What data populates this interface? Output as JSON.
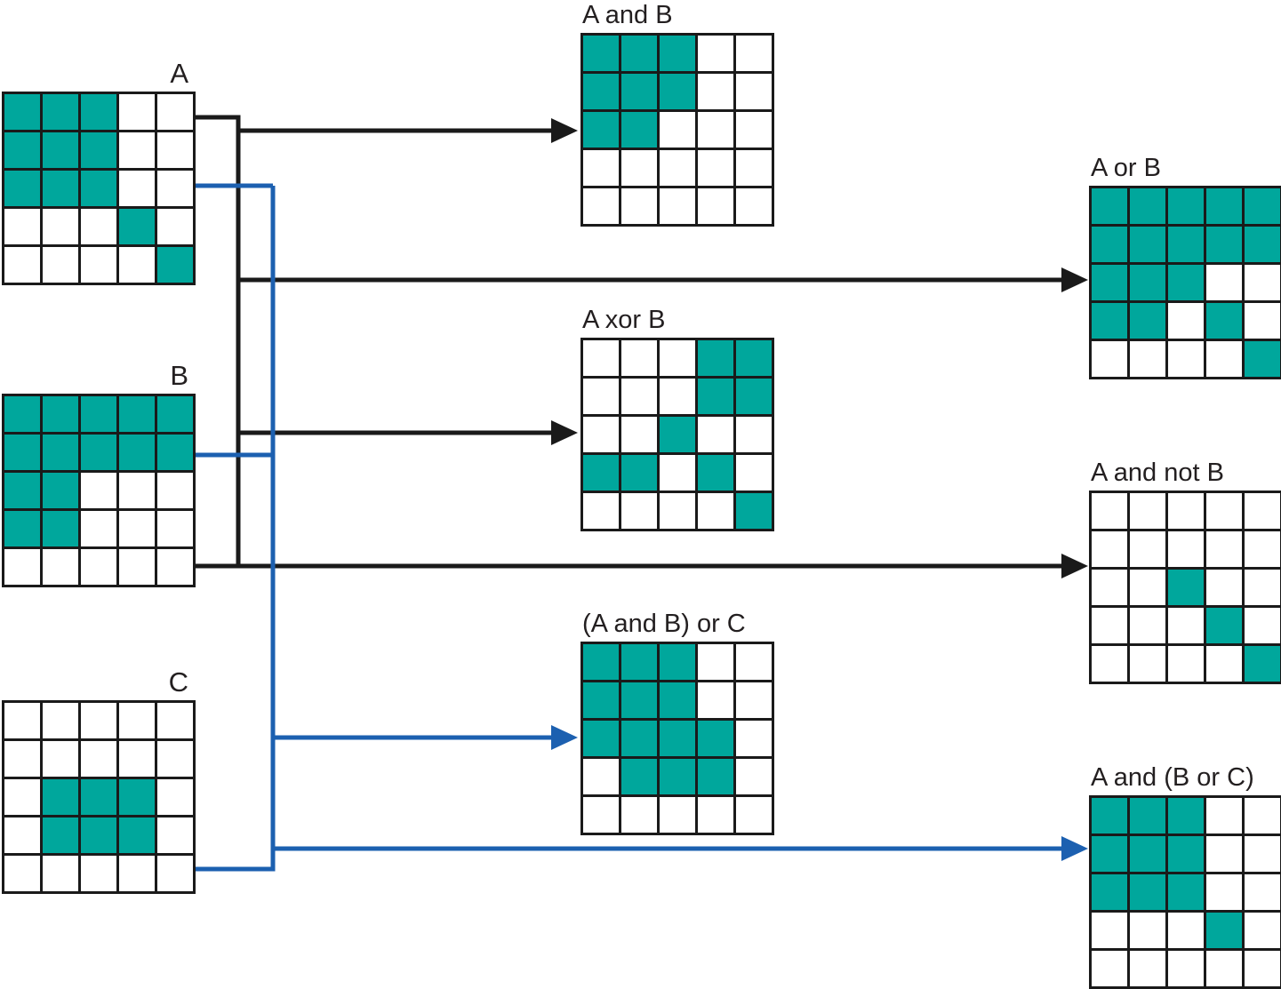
{
  "figure": {
    "description": "Boolean overlay operations on raster grids",
    "input_labels": [
      "A",
      "B",
      "C"
    ],
    "output_labels": [
      "A and B",
      "A or B",
      "A xor B",
      "A and not B",
      "(A and B) or C",
      "A and (B or C)"
    ]
  },
  "colors": {
    "cell_filled": "#00a79c",
    "cell_empty": "#ffffff",
    "grid_line": "#1a1a1a",
    "connector_black": "#1a1a1a",
    "connector_blue": "#1c60b0",
    "label_text": "#231f20"
  },
  "grids": [
    {
      "key": "input-a",
      "label": "A",
      "role": "input",
      "cells": [
        [
          1,
          1,
          1,
          0,
          0
        ],
        [
          1,
          1,
          1,
          0,
          0
        ],
        [
          1,
          1,
          1,
          0,
          0
        ],
        [
          0,
          0,
          0,
          1,
          0
        ],
        [
          0,
          0,
          0,
          0,
          1
        ]
      ]
    },
    {
      "key": "input-b",
      "label": "B",
      "role": "input",
      "cells": [
        [
          1,
          1,
          1,
          1,
          1
        ],
        [
          1,
          1,
          1,
          1,
          1
        ],
        [
          1,
          1,
          0,
          0,
          0
        ],
        [
          1,
          1,
          0,
          0,
          0
        ],
        [
          0,
          0,
          0,
          0,
          0
        ]
      ]
    },
    {
      "key": "input-c",
      "label": "C",
      "role": "input",
      "cells": [
        [
          0,
          0,
          0,
          0,
          0
        ],
        [
          0,
          0,
          0,
          0,
          0
        ],
        [
          0,
          1,
          1,
          1,
          0
        ],
        [
          0,
          1,
          1,
          1,
          0
        ],
        [
          0,
          0,
          0,
          0,
          0
        ]
      ]
    },
    {
      "key": "output-a-and-b",
      "label": "A and B",
      "role": "output",
      "cells": [
        [
          1,
          1,
          1,
          0,
          0
        ],
        [
          1,
          1,
          1,
          0,
          0
        ],
        [
          1,
          1,
          0,
          0,
          0
        ],
        [
          0,
          0,
          0,
          0,
          0
        ],
        [
          0,
          0,
          0,
          0,
          0
        ]
      ]
    },
    {
      "key": "output-a-xor-b",
      "label": "A xor B",
      "role": "output",
      "cells": [
        [
          0,
          0,
          0,
          1,
          1
        ],
        [
          0,
          0,
          0,
          1,
          1
        ],
        [
          0,
          0,
          1,
          0,
          0
        ],
        [
          1,
          1,
          0,
          1,
          0
        ],
        [
          0,
          0,
          0,
          0,
          1
        ]
      ]
    },
    {
      "key": "output-a-and-b-or-c",
      "label": "(A and B) or C",
      "role": "output",
      "cells": [
        [
          1,
          1,
          1,
          0,
          0
        ],
        [
          1,
          1,
          1,
          0,
          0
        ],
        [
          1,
          1,
          1,
          1,
          0
        ],
        [
          0,
          1,
          1,
          1,
          0
        ],
        [
          0,
          0,
          0,
          0,
          0
        ]
      ]
    },
    {
      "key": "output-a-or-b",
      "label": "A or B",
      "role": "output",
      "cells": [
        [
          1,
          1,
          1,
          1,
          1
        ],
        [
          1,
          1,
          1,
          1,
          1
        ],
        [
          1,
          1,
          1,
          0,
          0
        ],
        [
          1,
          1,
          0,
          1,
          0
        ],
        [
          0,
          0,
          0,
          0,
          1
        ]
      ]
    },
    {
      "key": "output-a-and-not-b",
      "label": "A and not B",
      "role": "output",
      "cells": [
        [
          0,
          0,
          0,
          0,
          0
        ],
        [
          0,
          0,
          0,
          0,
          0
        ],
        [
          0,
          0,
          1,
          0,
          0
        ],
        [
          0,
          0,
          0,
          1,
          0
        ],
        [
          0,
          0,
          0,
          0,
          1
        ]
      ]
    },
    {
      "key": "output-a-and-b-or-c-2",
      "label": "A and (B or C)",
      "role": "output",
      "cells": [
        [
          1,
          1,
          1,
          0,
          0
        ],
        [
          1,
          1,
          1,
          0,
          0
        ],
        [
          1,
          1,
          1,
          0,
          0
        ],
        [
          0,
          0,
          0,
          1,
          0
        ],
        [
          0,
          0,
          0,
          0,
          0
        ]
      ]
    }
  ],
  "arrows": [
    {
      "target": "A and B",
      "sources": [
        "A",
        "B"
      ],
      "color": "black"
    },
    {
      "target": "A or B",
      "sources": [
        "A",
        "B"
      ],
      "color": "black"
    },
    {
      "target": "A xor B",
      "sources": [
        "A",
        "B"
      ],
      "color": "black"
    },
    {
      "target": "A and not B",
      "sources": [
        "A",
        "B"
      ],
      "color": "black"
    },
    {
      "target": "(A and B) or C",
      "sources": [
        "A",
        "B",
        "C"
      ],
      "color": "blue"
    },
    {
      "target": "A and (B or C)",
      "sources": [
        "A",
        "B",
        "C"
      ],
      "color": "blue"
    }
  ]
}
